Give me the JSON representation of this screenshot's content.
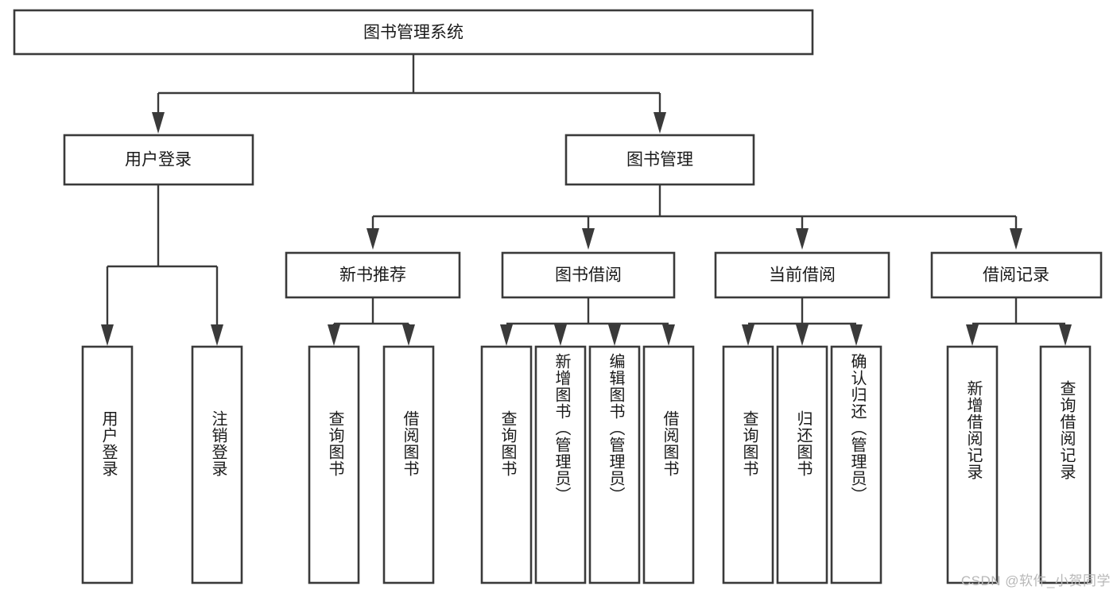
{
  "diagram": {
    "title": "图书管理系统",
    "type": "tree",
    "root": {
      "id": "root",
      "label": "图书管理系统",
      "orientation": "horizontal"
    },
    "level2": [
      {
        "id": "user-login",
        "label": "用户登录",
        "orientation": "horizontal"
      },
      {
        "id": "book-management",
        "label": "图书管理",
        "orientation": "horizontal"
      }
    ],
    "level3": [
      {
        "id": "new-book-recommend",
        "label": "新书推荐",
        "orientation": "horizontal",
        "parent": "book-management"
      },
      {
        "id": "book-borrow",
        "label": "图书借阅",
        "orientation": "horizontal",
        "parent": "book-management"
      },
      {
        "id": "current-borrow",
        "label": "当前借阅",
        "orientation": "horizontal",
        "parent": "book-management"
      },
      {
        "id": "borrow-record",
        "label": "借阅记录",
        "orientation": "horizontal",
        "parent": "book-management"
      }
    ],
    "leaves": [
      {
        "id": "leaf-user-login",
        "label": "用户登录",
        "parent": "user-login",
        "orientation": "vertical"
      },
      {
        "id": "leaf-logout-login",
        "label": "注销登录",
        "parent": "user-login",
        "orientation": "vertical"
      },
      {
        "id": "leaf-query-book-1",
        "label": "查询图书",
        "parent": "new-book-recommend",
        "orientation": "vertical"
      },
      {
        "id": "leaf-borrow-book-1",
        "label": "借阅图书",
        "parent": "new-book-recommend",
        "orientation": "vertical"
      },
      {
        "id": "leaf-query-book-2",
        "label": "查询图书",
        "parent": "book-borrow",
        "orientation": "vertical"
      },
      {
        "id": "leaf-add-book",
        "label": "新增图书（管理员）",
        "parent": "book-borrow",
        "orientation": "vertical"
      },
      {
        "id": "leaf-edit-book",
        "label": "编辑图书（管理员）",
        "parent": "book-borrow",
        "orientation": "vertical"
      },
      {
        "id": "leaf-borrow-book-2",
        "label": "借阅图书",
        "parent": "book-borrow",
        "orientation": "vertical"
      },
      {
        "id": "leaf-query-book-3",
        "label": "查询图书",
        "parent": "current-borrow",
        "orientation": "vertical"
      },
      {
        "id": "leaf-return-book",
        "label": "归还图书",
        "parent": "current-borrow",
        "orientation": "vertical"
      },
      {
        "id": "leaf-confirm-return",
        "label": "确认归还（管理员）",
        "parent": "current-borrow",
        "orientation": "vertical"
      },
      {
        "id": "leaf-add-record",
        "label": "新增借阅记录",
        "parent": "borrow-record",
        "orientation": "vertical"
      },
      {
        "id": "leaf-query-record",
        "label": "查询借阅记录",
        "parent": "borrow-record",
        "orientation": "vertical"
      }
    ],
    "colors": {
      "box_stroke": "#3a3a3a",
      "box_fill": "#ffffff",
      "connector": "#3a3a3a",
      "text": "#1a1a1a",
      "background": "#ffffff",
      "watermark": "#b8b8b8"
    }
  },
  "watermark": {
    "text": "CSDN @软件_小贺同学"
  }
}
